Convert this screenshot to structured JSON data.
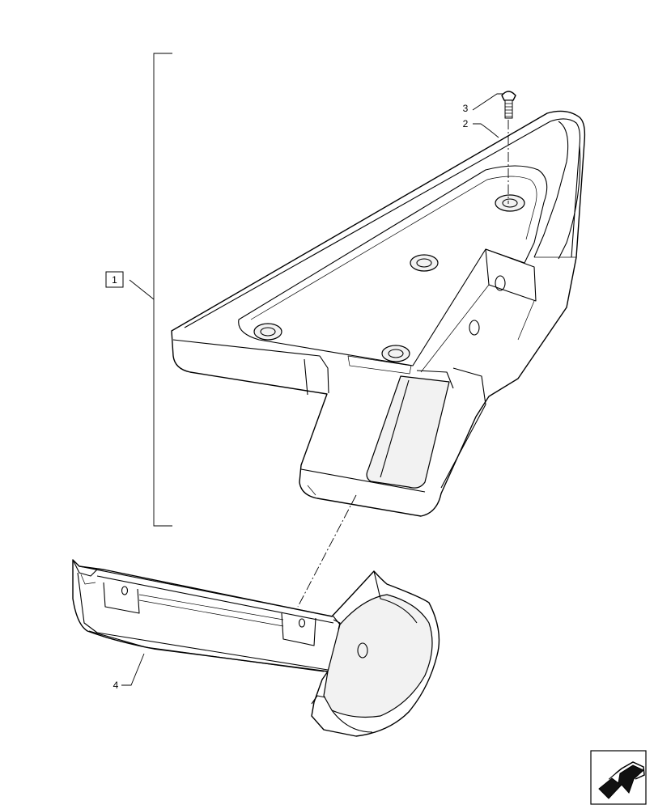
{
  "diagram": {
    "callouts": [
      {
        "id": "1",
        "text": "1",
        "boxed": true
      },
      {
        "id": "2",
        "text": "2"
      },
      {
        "id": "3",
        "text": "3"
      },
      {
        "id": "4",
        "text": "4"
      }
    ]
  },
  "icons": {
    "nav_icon": "next-page-arrow-icon"
  }
}
